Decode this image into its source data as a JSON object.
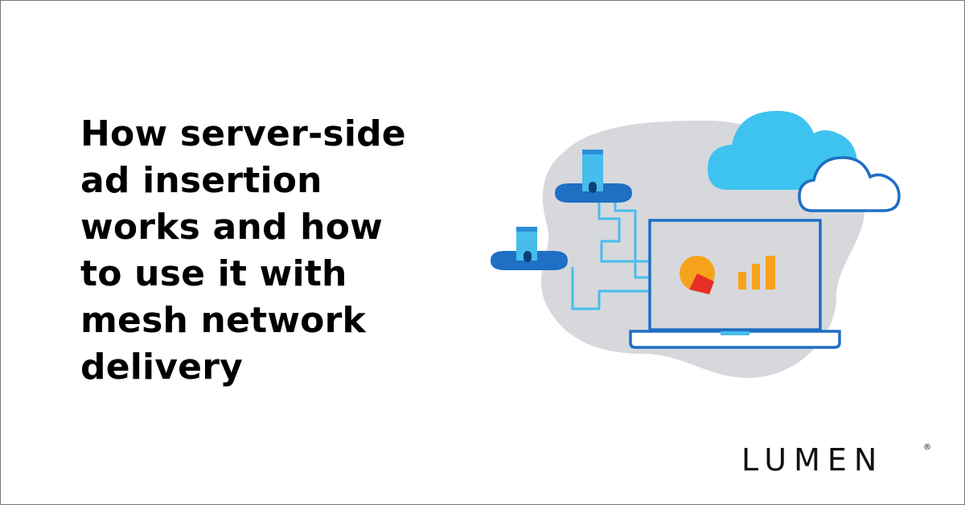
{
  "headline": {
    "lines": [
      "How server-side",
      "ad insertion",
      "works and how",
      "to use it with",
      "mesh network",
      "delivery"
    ]
  },
  "logo": {
    "text": "LUMEN",
    "registered_mark": "®"
  },
  "illustration": {
    "icons": [
      "server-cloud-icon",
      "server-cloud-icon",
      "cloud-icon",
      "cloud-outline-icon",
      "laptop-icon",
      "pie-chart-icon",
      "bar-chart-icon"
    ]
  },
  "colors": {
    "text": "#000000",
    "blob": "#d6d8dc",
    "server_blue": "#1f6fc4",
    "cloud_light": "#3ec3f0",
    "cloud_outline": "#1f6fc4",
    "laptop_outline": "#1f6fc4",
    "laptop_screen": "#d6d8dc",
    "cable": "#47bdec",
    "pie_orange": "#f7a21b",
    "pie_red": "#e63027",
    "bar_orange": "#f7a21b"
  }
}
